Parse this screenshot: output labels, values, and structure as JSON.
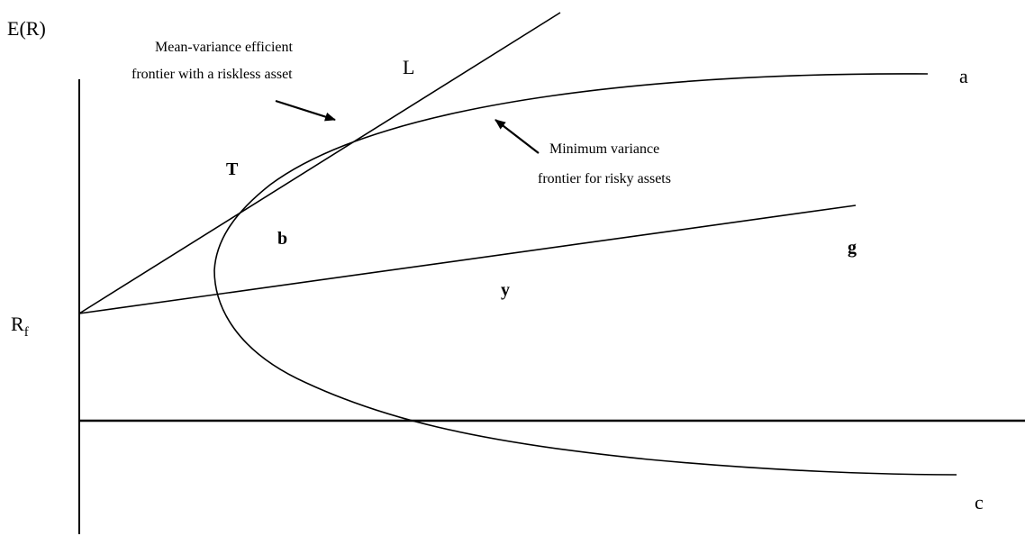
{
  "axes": {
    "y_label": "E(R)",
    "rf_label_main": "R",
    "rf_label_sub": "f"
  },
  "points": {
    "L": "L",
    "a": "a",
    "T": "T",
    "b": "b",
    "g": "g",
    "y": "y",
    "c": "c"
  },
  "annotations": {
    "efficient_frontier": {
      "line1": "Mean-variance efficient",
      "line2": "frontier with a riskless asset"
    },
    "min_variance_frontier": {
      "line1": "Minimum variance",
      "line2": "frontier for risky assets"
    }
  },
  "colors": {
    "ink": "#000000",
    "background": "#ffffff"
  }
}
